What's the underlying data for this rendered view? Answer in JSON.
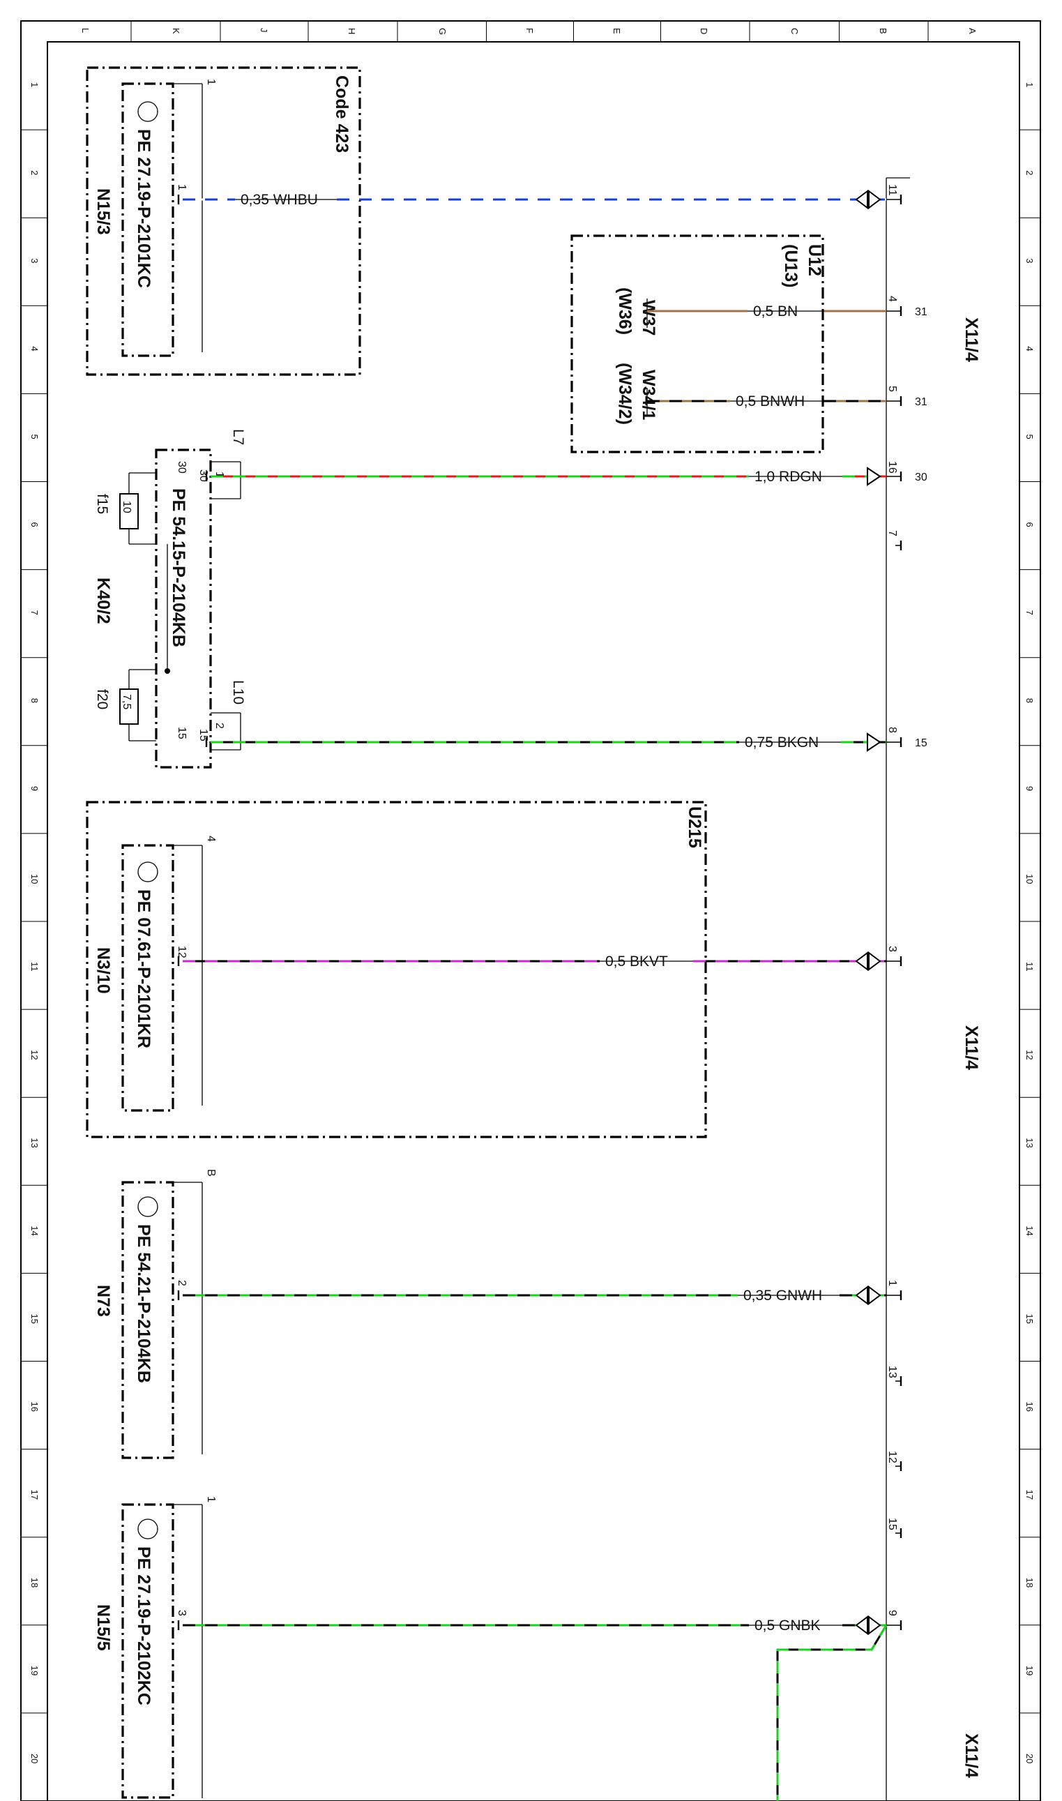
{
  "grid": {
    "letters": [
      "L",
      "K",
      "J",
      "H",
      "G",
      "F",
      "E",
      "D",
      "C",
      "B",
      "A"
    ],
    "numbers": [
      "1",
      "2",
      "3",
      "4",
      "5",
      "6",
      "7",
      "8",
      "9",
      "10",
      "11",
      "12",
      "13",
      "14",
      "15",
      "16",
      "17",
      "18",
      "19",
      "20"
    ]
  },
  "connector_labels": [
    "X11/4",
    "X11/4",
    "X11/4"
  ],
  "boxes": {
    "code423": {
      "label": "Code 423"
    },
    "u12": {
      "line1": "U12",
      "line2": "(U13)"
    },
    "u215": {
      "label": "U215"
    }
  },
  "components": [
    {
      "id": "N15/3",
      "pe": "PE 27.19-P-2101KC",
      "top_pin": "1"
    },
    {
      "id": "K40/2",
      "pe": "PE 54.15-P-2104KB"
    },
    {
      "id": "N3/10",
      "pe": "PE 07.61-P-2101KR",
      "top_pin": "4"
    },
    {
      "id": "N73",
      "pe": "PE 54.21-P-2104KB",
      "top_pin": "B"
    },
    {
      "id": "N15/5",
      "pe": "PE 27.19-P-2102KC",
      "top_pin": "1"
    }
  ],
  "fuses": [
    {
      "name": "f15",
      "rating": "10"
    },
    {
      "name": "f20",
      "rating": "7,5"
    }
  ],
  "ground_refs": [
    {
      "name": "W37",
      "alt": "(W36)"
    },
    {
      "name": "W34/1",
      "alt": "(W34/2)"
    }
  ],
  "k40_pins": {
    "p30": "30",
    "p15": "15",
    "l7": "L7",
    "l10": "L10",
    "p1": "1",
    "p2": "2"
  },
  "wires": [
    {
      "label": "0,35 WHBU",
      "src_pin": "1",
      "conn_pin": "11",
      "term": "",
      "colors": [
        "#ffffff",
        "#1a3fd6"
      ]
    },
    {
      "label": "0,5 BN",
      "src_pin": "",
      "conn_pin": "4",
      "term": "31",
      "colors": [
        "#a0744a"
      ]
    },
    {
      "label": "0,5 BNWH",
      "src_pin": "",
      "conn_pin": "5",
      "term": "31",
      "colors": [
        "#a0744a",
        "#000000"
      ]
    },
    {
      "label": "1,0 RDGN",
      "src_pin": "30",
      "conn_pin": "16",
      "term": "30",
      "colors": [
        "#e21a1a",
        "#1fd21f"
      ]
    },
    {
      "label": "0,75 BKGN",
      "src_pin": "15",
      "conn_pin": "8",
      "term": "15",
      "colors": [
        "#000000",
        "#1fd21f"
      ]
    },
    {
      "label": "0,5 BKVT",
      "src_pin": "12",
      "conn_pin": "3",
      "term": "",
      "colors": [
        "#000000",
        "#c42ccf"
      ]
    },
    {
      "label": "0,35 GNWH",
      "src_pin": "2",
      "conn_pin": "1",
      "term": "",
      "colors": [
        "#1fd21f",
        "#000000"
      ]
    },
    {
      "label": "0,5 GNBK",
      "src_pin": "3",
      "conn_pin": "9",
      "term": "",
      "colors": [
        "#1fd21f",
        "#000000"
      ]
    }
  ],
  "unused_pins": [
    "7",
    "13",
    "12",
    "15"
  ]
}
